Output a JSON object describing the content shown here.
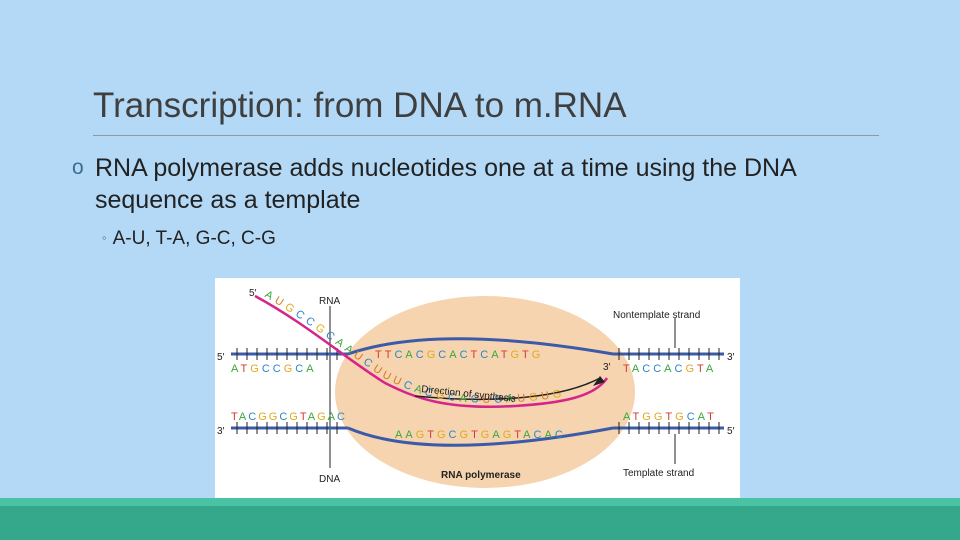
{
  "slide": {
    "title": "Transcription: from DNA to m.RNA",
    "bullets": [
      {
        "marker": "o",
        "text": "RNA polymerase adds nucleotides one at a time using the DNA sequence as a template"
      },
      {
        "marker": "◦",
        "text": "A-U, T-A, G-C, C-G"
      }
    ]
  },
  "figure": {
    "labels": {
      "rna": "RNA",
      "dna": "DNA",
      "nontemplate": "Nontemplate strand",
      "template": "Template strand",
      "polymerase": "RNA polymerase",
      "direction": "Direction of synthesis",
      "top_left_prime": "5′",
      "top_right_prime": "3′",
      "bottom_left_prime": "3′",
      "bottom_right_prime": "5′",
      "rna_five_prime": "5′",
      "rna_three_prime": "3′"
    },
    "sequences": {
      "top_left": "ATGCCGCA",
      "top_right": "TACCACGTA",
      "bottom_left": "TACGGCGTAGAC",
      "bottom_right": "ATGGTGCAT",
      "bubble_top": "TTCACGCACTCATGTG",
      "bubble_bottom": "AAGTGCGTGAGTACAC",
      "rna_strand": "AUGCCGCAAUCUUUCACGCACUCAUGUG"
    },
    "colors": {
      "backbone": "#3b5ba8",
      "rna_strand": "#d6248a",
      "bubble": "#f6d4b0",
      "base_A": "#3aa63a",
      "base_T": "#d63a2f",
      "base_U": "#d67a1f",
      "base_G": "#e0a91c",
      "base_C": "#2b86c5"
    }
  },
  "theme": {
    "background": "#b3d9f7",
    "footer_light": "#49c3a3",
    "footer_dark": "#35a88c"
  }
}
